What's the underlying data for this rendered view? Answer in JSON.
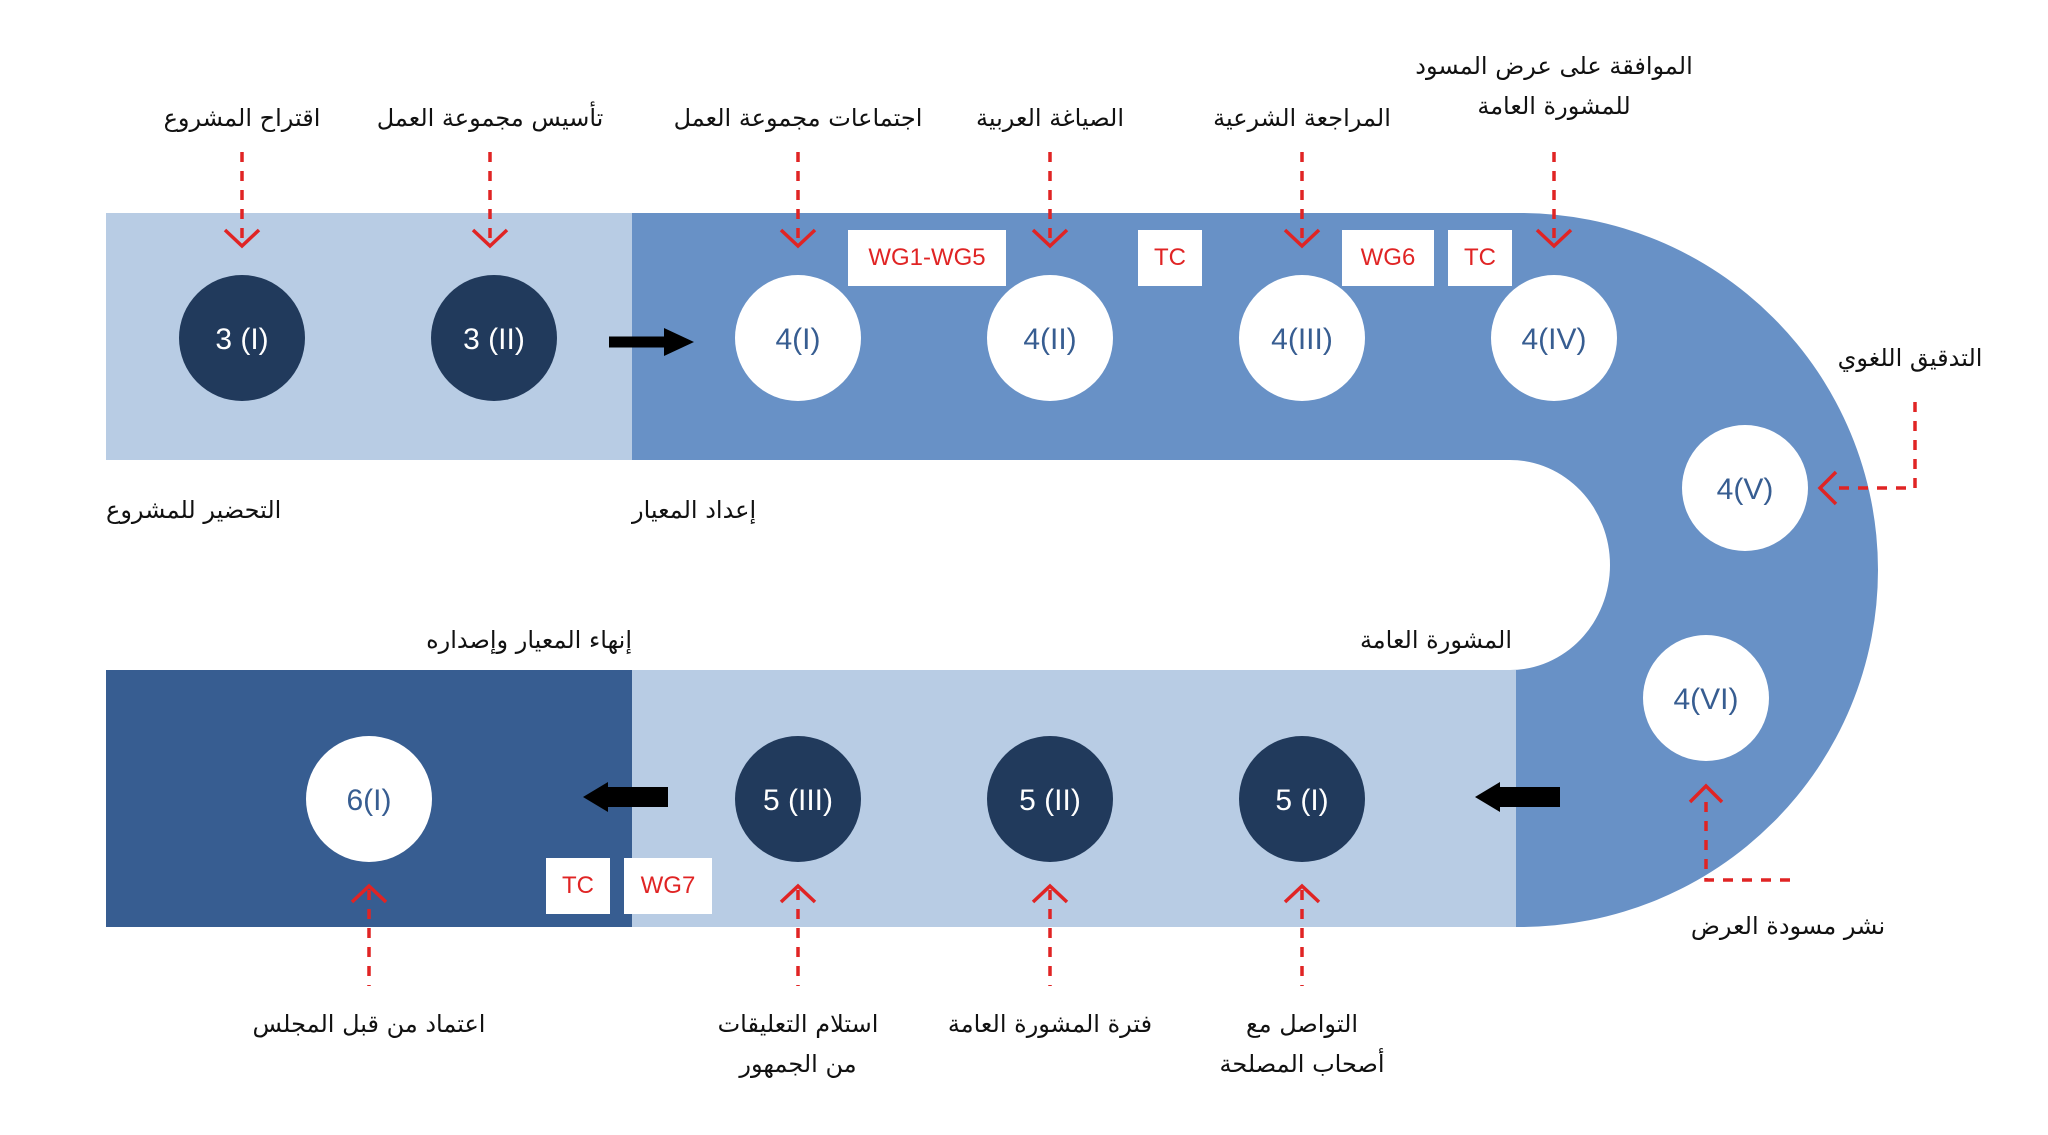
{
  "colors": {
    "light_band": "#b8cce4",
    "mid_band": "#6891c6",
    "dark_band": "#375d91",
    "dark_node": "#213a5c",
    "light_node_text": "#375d91",
    "dashed_arrow": "#e02424",
    "solid_arrow": "#000000"
  },
  "phases": {
    "preparation": "التحضير للمشروع",
    "development": "إعداد المعيار",
    "consultation": "المشورة العامة",
    "finalization": "إنهاء المعيار وإصداره"
  },
  "nodes": {
    "n3i": "3 (I)",
    "n3ii": "3 (II)",
    "n4i": "4(I)",
    "n4ii": "4(II)",
    "n4iii": "4(III)",
    "n4iv": "4(IV)",
    "n4v": "4(V)",
    "n4vi": "4(VI)",
    "n5i": "5 (I)",
    "n5ii": "5 (II)",
    "n5iii": "5 (III)",
    "n6i": "6(I)"
  },
  "steps": {
    "s3i": [
      "اقتراح المشروع"
    ],
    "s3ii": [
      "تأسيس مجموعة العمل"
    ],
    "s4i": [
      "اجتماعات مجموعة العمل"
    ],
    "s4ii": [
      "الصياغة العربية"
    ],
    "s4iii": [
      "المراجعة الشرعية"
    ],
    "s4iv": [
      "الموافقة على عرض المسود",
      "للمشورة العامة"
    ],
    "s4v": [
      "التدقيق اللغوي"
    ],
    "s4vi": [
      "نشر مسودة العرض"
    ],
    "s5i": [
      "التواصل مع",
      "أصحاب المصلحة"
    ],
    "s5ii": [
      "فترة المشورة العامة"
    ],
    "s5iii": [
      "استلام التعليقات",
      "من الجمهور"
    ],
    "s6i": [
      "اعتماد من قبل المجلس"
    ]
  },
  "tags": {
    "wg1_wg5": "WG1-WG5",
    "tc_4ii": "TC",
    "wg6": "WG6",
    "tc_4iv": "TC",
    "tc_6i": "TC",
    "wg7": "WG7"
  }
}
